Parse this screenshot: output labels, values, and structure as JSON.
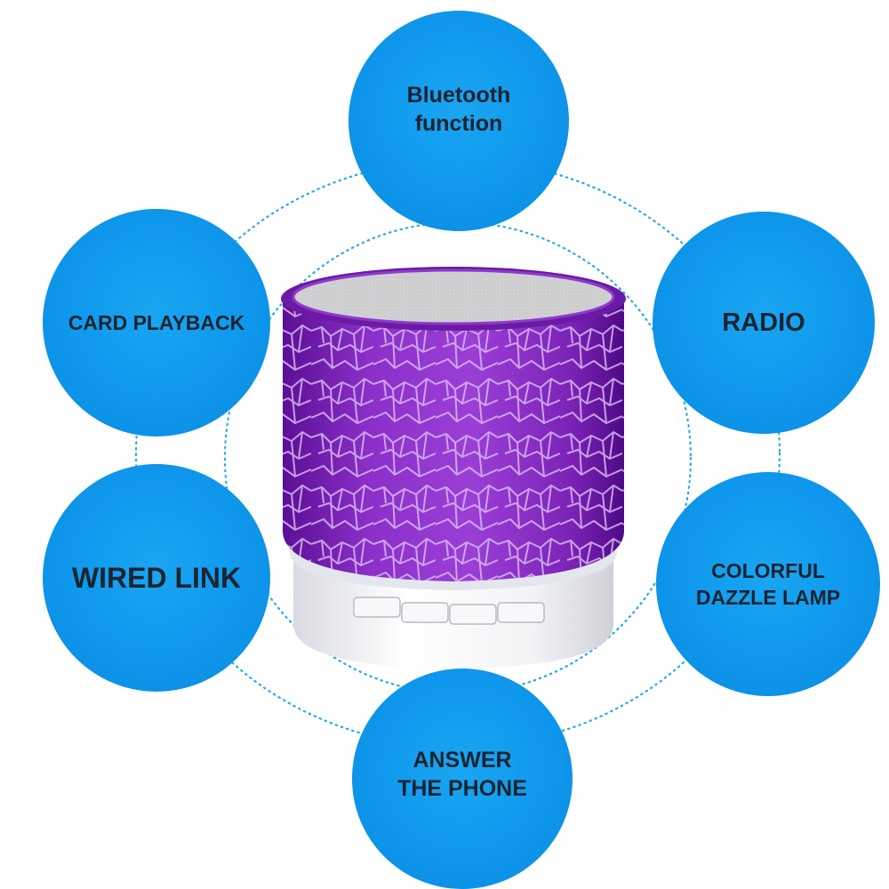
{
  "features": {
    "bluetooth": "Bluetooth\nfunction",
    "card_playback": "CARD PLAYBACK",
    "radio": "RADIO",
    "wired_link": "WIRED LINK",
    "colorful_lamp": "COLORFUL\nDAZZLE LAMP",
    "answer_phone": "ANSWER\nTHE PHONE"
  },
  "colors": {
    "circle_blue": "#0e97ec",
    "speaker_purple": "#7a1fb8",
    "speaker_base": "#f4f4f6"
  },
  "icons": [
    "dotted-ring",
    "speaker-product"
  ]
}
